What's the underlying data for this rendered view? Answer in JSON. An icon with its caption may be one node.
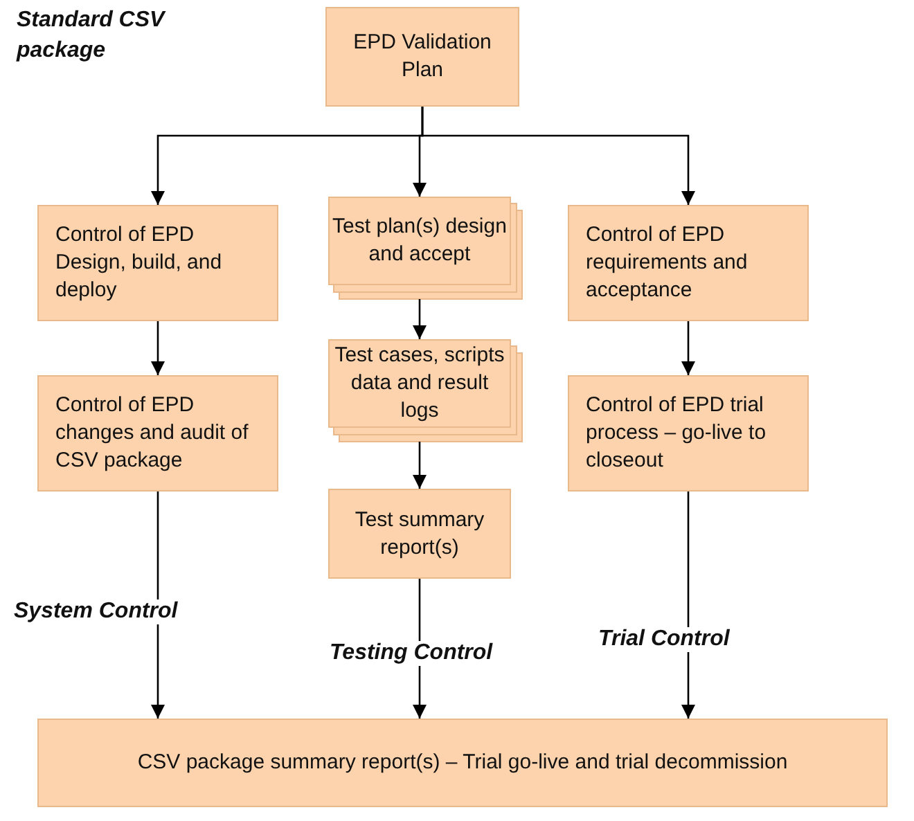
{
  "diagram": {
    "nodes": [
      {
        "text": [
          "EPD Validation Plan"
        ]
      },
      {
        "text": [
          "Control of EPD Design, build, and deploy"
        ]
      },
      {
        "text": [
          "Test plan(s) design and accept"
        ]
      },
      {
        "text": [
          "Control of EPD requirements and acceptance"
        ]
      },
      {
        "text": [
          "Control of EPD changes and audit of CSV package"
        ]
      },
      {
        "text": [
          "Test cases, scripts data and result logs"
        ]
      },
      {
        "text": [
          "Control of EPD trial process – go-live to closeout"
        ]
      },
      {
        "text": [
          "Test summary report(s)"
        ]
      },
      {
        "text": [
          "CSV package summary report(s) – Trial go-live and trial decommission"
        ]
      }
    ],
    "edges": [
      {
        "from": 0,
        "to": 1,
        "arrow": "to"
      },
      {
        "from": 0,
        "to": 2,
        "arrow": "to"
      },
      {
        "from": 0,
        "to": 3,
        "arrow": "to"
      },
      {
        "from": 1,
        "to": 4,
        "arrow": "to"
      },
      {
        "from": 2,
        "to": 5,
        "arrow": "to"
      },
      {
        "from": 3,
        "to": 6,
        "arrow": "to"
      },
      {
        "from": 5,
        "to": 7,
        "arrow": "to"
      },
      {
        "from": 4,
        "to": 8,
        "arrow": "to",
        "label": "System Control"
      },
      {
        "from": 7,
        "to": 8,
        "arrow": "to",
        "label": "Testing Control"
      },
      {
        "from": 6,
        "to": 8,
        "arrow": "to",
        "label": "Trial Control"
      }
    ],
    "labels": [
      "Standard CSV package"
    ]
  }
}
